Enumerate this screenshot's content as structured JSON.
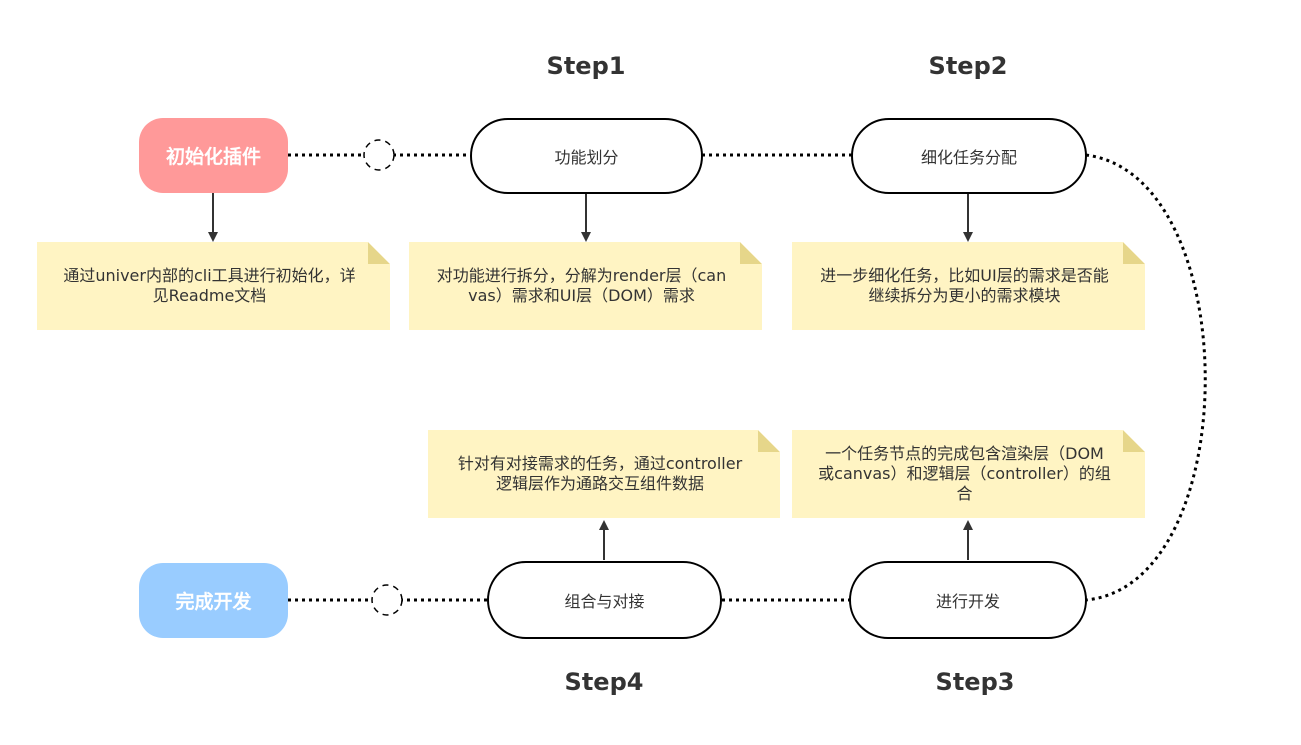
{
  "steps": {
    "step1": "Step1",
    "step2": "Step2",
    "step3": "Step3",
    "step4": "Step4"
  },
  "terminals": {
    "start": "初始化插件",
    "end": "完成开发"
  },
  "nodes": {
    "split": "功能划分",
    "refine": "细化任务分配",
    "develop": "进行开发",
    "combine": "组合与对接"
  },
  "notes": {
    "init": "通过univer内部的cli工具进行初始化，详见Readme文档",
    "split": "对功能进行拆分，分解为render层（canvas）需求和UI层（DOM）需求",
    "refine": "进一步细化任务，比如UI层的需求是否能继续拆分为更小的需求模块",
    "develop": "一个任务节点的完成包含渲染层（DOM或canvas）和逻辑层（controller）的组合",
    "combine": "针对有对接需求的任务，通过controller逻辑层作为通路交互组件数据"
  },
  "colors": {
    "start": "#ff9999",
    "end": "#99ccff",
    "note": "#fff4c3",
    "note_fold": "#e6d68a",
    "stroke": "#000000",
    "arrow": "#333333"
  }
}
